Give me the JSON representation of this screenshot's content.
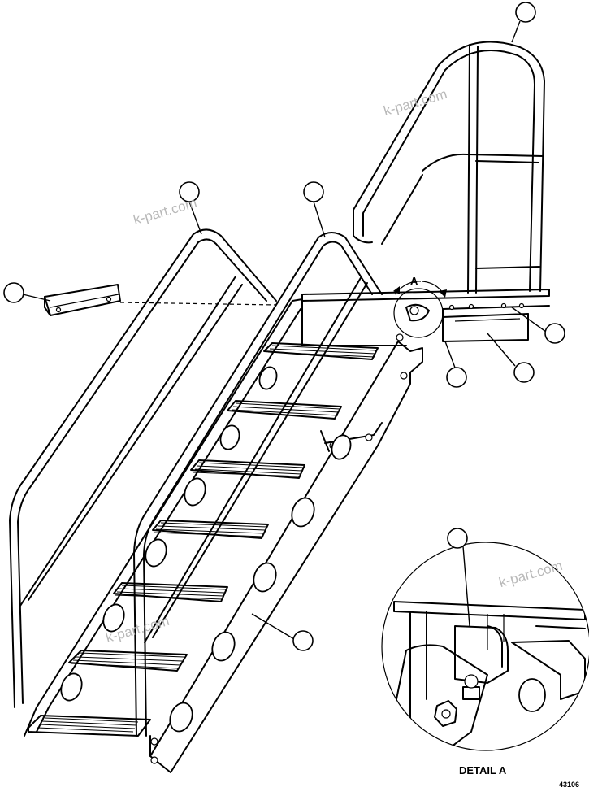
{
  "detail_label": "DETAIL A",
  "view_marker": "A",
  "drawing_number": "43106",
  "watermarks": [
    "k-part.com",
    "k-part.com",
    "k-part.com",
    "k-part.com"
  ],
  "callout_count": 9
}
